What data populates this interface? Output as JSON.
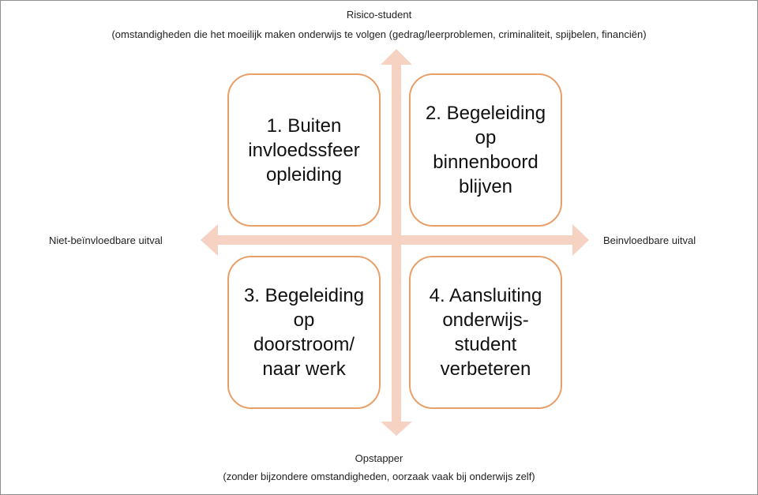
{
  "axes": {
    "top_title": "Risico-student",
    "top_subtitle": "(omstandigheden die het moeilijk maken onderwijs te volgen (gedrag/leerproblemen, criminaliteit, spijbelen, financiën)",
    "bottom_title": "Opstapper",
    "bottom_subtitle": "(zonder bijzondere omstandigheden, oorzaak vaak bij onderwijs zelf)",
    "left_label": "Niet-beïnvloedbare uitval",
    "right_label": "Beinvloedbare uitval"
  },
  "quadrants": [
    {
      "text": "1. Buiten\ninvloedssfeer\nopleiding"
    },
    {
      "text": "2. Begeleiding\nop\nbinnenboord\nblijven"
    },
    {
      "text": "3. Begeleiding\nop\ndoorstroom/\nnaar werk"
    },
    {
      "text": "4. Aansluiting\nonderwijs-\nstudent\nverbeteren"
    }
  ],
  "colors": {
    "arrow": "#f6d2c3",
    "box_border": "#e8a06a"
  }
}
